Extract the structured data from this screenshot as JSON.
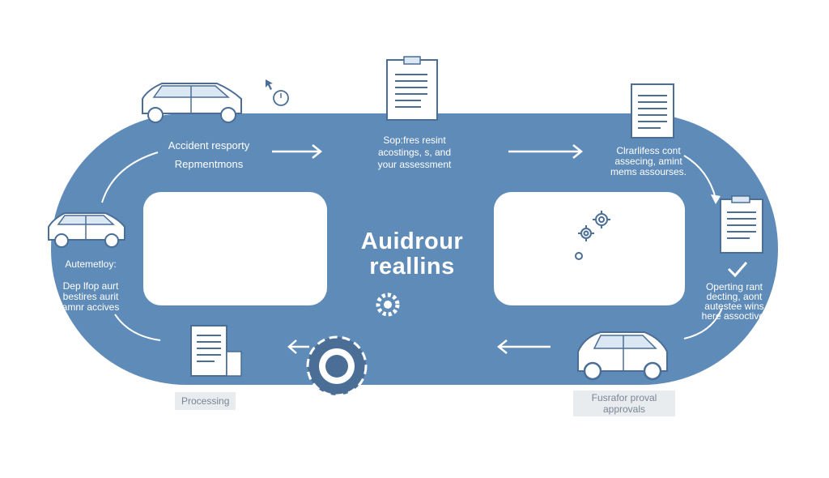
{
  "title": {
    "line1": "Auidrour",
    "line2": "reallins"
  },
  "steps": {
    "top_left": {
      "line1": "Accident resporty",
      "line2": "Repmentmons"
    },
    "top_center": {
      "line1": "Sop:fres resint",
      "line2": "acostings, s, and",
      "line3": "your assessment"
    },
    "top_right": {
      "line1": "Clrarlifess cont",
      "line2": "assecing, amint",
      "line3": "mems assourses."
    },
    "left": {
      "heading": "Autemetloy:",
      "line1": "Dep lfop aurt",
      "line2": "bestires aurit",
      "line3": "amnr accives"
    },
    "right": {
      "line1": "Operting rant",
      "line2": "decting, aont",
      "line3": "autestee wins",
      "line4": "here assoctive."
    },
    "bottom_left": {
      "label": "Processing"
    },
    "bottom_right": {
      "line1": "Fusrafor proval",
      "line2": "approvals"
    }
  },
  "colors": {
    "track": "#5f8bb8",
    "icon_fill": "#dbe7f3",
    "icon_stroke": "#4a6e96",
    "gear": "#4a6e96"
  }
}
